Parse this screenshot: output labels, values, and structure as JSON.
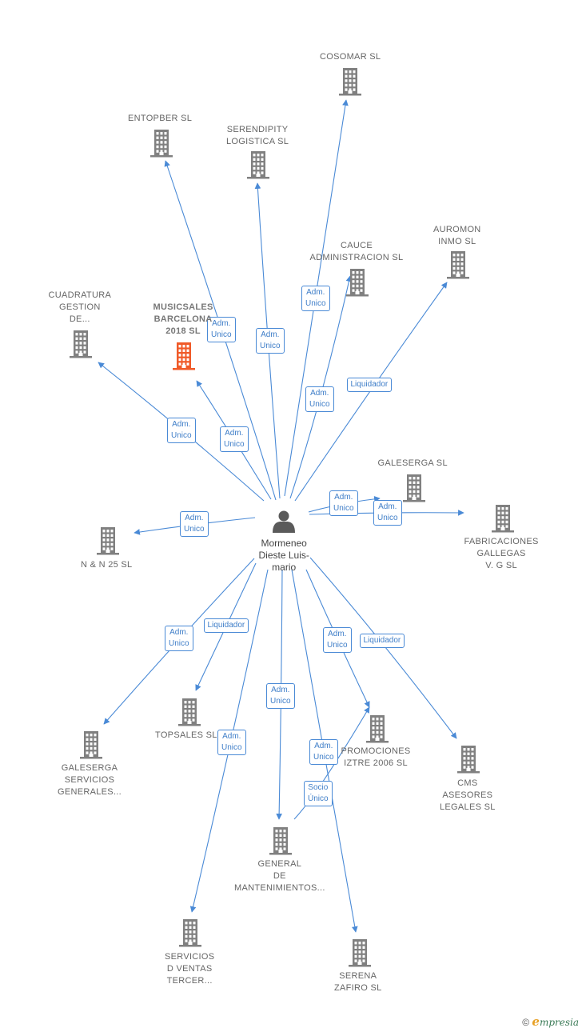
{
  "colors": {
    "edge": "#4a8ad6",
    "building": "#808080",
    "main_building": "#f05a28",
    "person": "#5a5a5a",
    "label": "#666666"
  },
  "center": {
    "name_lines": [
      "Mormeneo",
      "Dieste Luis-",
      "mario"
    ],
    "icon": "person-icon"
  },
  "companies": [
    {
      "id": "cosomar",
      "lines": [
        "COSOMAR SL"
      ]
    },
    {
      "id": "entopber",
      "lines": [
        "ENTOPBER SL"
      ]
    },
    {
      "id": "serendipity",
      "lines": [
        "SERENDIPITY",
        "LOGISTICA SL"
      ]
    },
    {
      "id": "cauce",
      "lines": [
        "CAUCE",
        "ADMINISTRACION SL"
      ]
    },
    {
      "id": "auromon",
      "lines": [
        "AUROMON",
        "INMO SL"
      ]
    },
    {
      "id": "cuadratura",
      "lines": [
        "CUADRATURA",
        "GESTION",
        "DE..."
      ]
    },
    {
      "id": "musicsales",
      "lines": [
        "MUSICSALES",
        "BARCELONA",
        "2018 SL"
      ],
      "main": true
    },
    {
      "id": "galeserga",
      "lines": [
        "GALESERGA SL"
      ]
    },
    {
      "id": "fabricaciones",
      "lines": [
        "FABRICACIONES",
        "GALLEGAS",
        "V. G SL"
      ]
    },
    {
      "id": "nn25",
      "lines": [
        "N & N 25 SL"
      ]
    },
    {
      "id": "topsales",
      "lines": [
        "TOPSALES SL"
      ]
    },
    {
      "id": "galeserga_serv",
      "lines": [
        "GALESERGA",
        "SERVICIOS",
        "GENERALES..."
      ]
    },
    {
      "id": "promociones",
      "lines": [
        "PROMOCIONES",
        "IZTRE 2006 SL"
      ]
    },
    {
      "id": "cms",
      "lines": [
        "CMS",
        "ASESORES",
        "LEGALES SL"
      ]
    },
    {
      "id": "general",
      "lines": [
        "GENERAL",
        "DE",
        "MANTENIMIENTOS..."
      ]
    },
    {
      "id": "servicios_ventas",
      "lines": [
        "SERVICIOS",
        "D VENTAS",
        "TERCER..."
      ]
    },
    {
      "id": "serena",
      "lines": [
        "SERENA",
        "ZAFIRO SL"
      ]
    }
  ],
  "edges": [
    {
      "to": "entopber",
      "lines": [
        "Adm.",
        "Unico"
      ]
    },
    {
      "to": "serendipity",
      "lines": [
        "Adm.",
        "Unico"
      ]
    },
    {
      "to": "cosomar",
      "lines": [
        "Adm.",
        "Unico"
      ]
    },
    {
      "to": "cauce",
      "lines": [
        "Adm.",
        "Unico"
      ]
    },
    {
      "to": "auromon",
      "lines": [
        "Liquidador"
      ]
    },
    {
      "to": "cuadratura",
      "lines": [
        "Adm.",
        "Unico"
      ]
    },
    {
      "to": "musicsales",
      "lines": [
        "Adm.",
        "Unico"
      ]
    },
    {
      "to": "galeserga",
      "lines": [
        "Adm.",
        "Unico"
      ]
    },
    {
      "to": "fabricaciones",
      "lines": [
        "Adm.",
        "Unico"
      ]
    },
    {
      "to": "nn25",
      "lines": [
        "Adm.",
        "Unico"
      ]
    },
    {
      "to": "galeserga_serv",
      "lines": [
        "Adm.",
        "Unico"
      ]
    },
    {
      "to": "topsales",
      "lines": [
        "Liquidador"
      ]
    },
    {
      "to": "servicios_ventas",
      "lines": [
        "Adm.",
        "Unico"
      ]
    },
    {
      "to": "general",
      "lines": [
        "Adm.",
        "Unico"
      ]
    },
    {
      "to": "serena",
      "lines": [
        "Adm.",
        "Unico"
      ]
    },
    {
      "to": "promociones",
      "lines": [
        "Adm.",
        "Unico"
      ]
    },
    {
      "to": "cms",
      "lines": [
        "Liquidador"
      ]
    },
    {
      "from": "general",
      "to": "promociones",
      "lines": [
        "Socio",
        "Único"
      ]
    }
  ],
  "footer": {
    "copyright": "©",
    "brand_initial": "e",
    "brand_rest": "mpresia"
  }
}
